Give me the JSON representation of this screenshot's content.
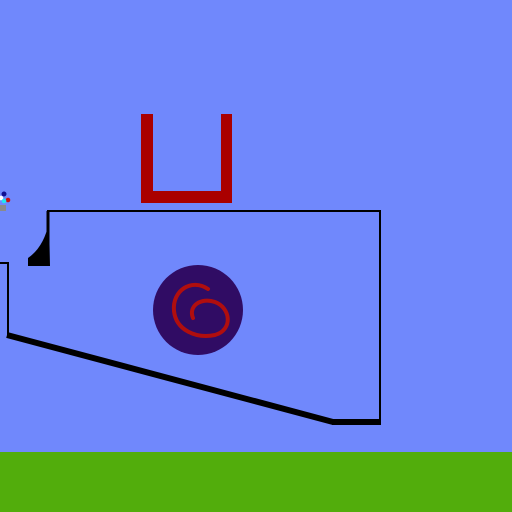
{
  "scene": {
    "colors": {
      "sky": "#7088fc",
      "ground": "#52ad0c",
      "wall": "#000000",
      "cup": "#aa0000",
      "portal_fill": "#300c64",
      "portal_spiral": "#b00e0e",
      "ball_white": "#ffffff",
      "ball_dark": "#101090",
      "ball_red": "#c81010",
      "ball_cyan": "#20e8f0",
      "ball_grey": "#8a8a8a"
    },
    "icons": {
      "goal": "u-cup-goal",
      "portal": "spiral-portal",
      "player": "ball-player"
    }
  }
}
